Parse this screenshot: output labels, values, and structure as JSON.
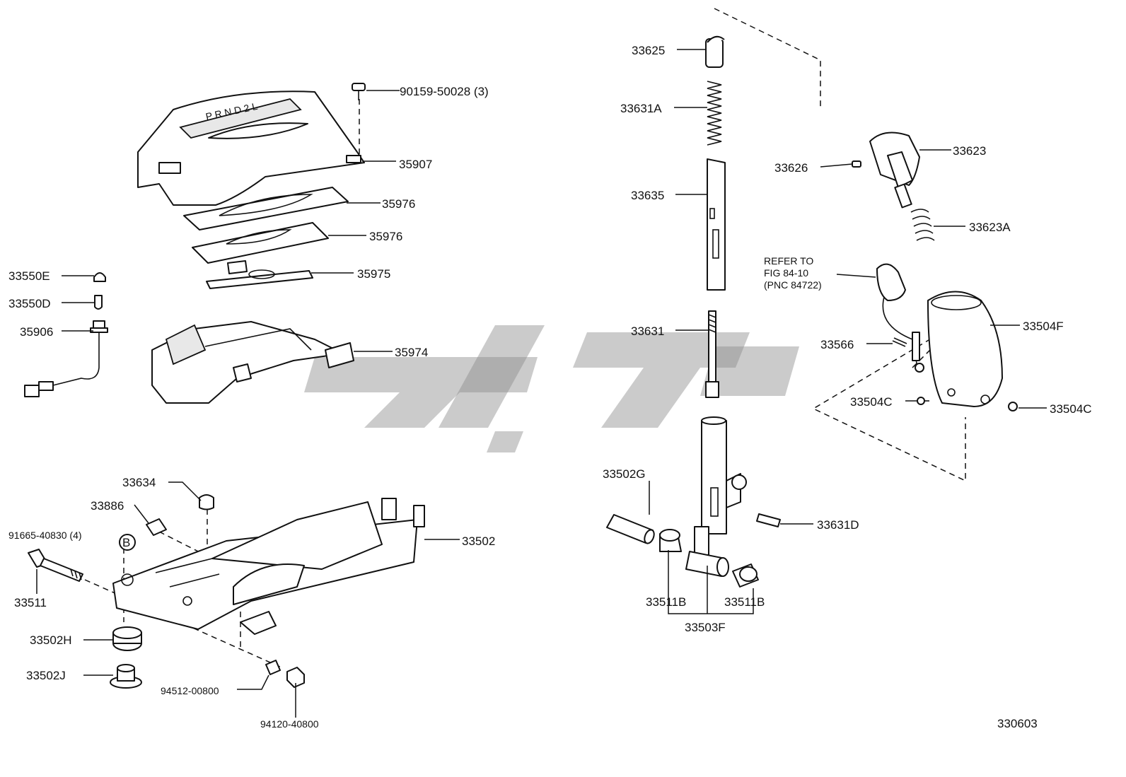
{
  "figure_number": "330603",
  "reference_note": [
    "REFER TO",
    "FIG 84-10",
    "(PNC 84722)"
  ],
  "circle_marker": "B",
  "labels": {
    "p33625": "33625",
    "p33631A": "33631A",
    "p33635": "33635",
    "p33631": "33631",
    "p33626": "33626",
    "p33623": "33623",
    "p33623A": "33623A",
    "p33504F": "33504F",
    "p33566": "33566",
    "p33504C_left": "33504C",
    "p33504C_right": "33504C",
    "p33502G": "33502G",
    "p33631D": "33631D",
    "p33511B_left": "33511B",
    "p33511B_right": "33511B",
    "p33503F": "33503F",
    "p90159": "90159-50028 (3)",
    "p35907": "35907",
    "p35976_a": "35976",
    "p35976_b": "35976",
    "p35975": "35975",
    "p35974": "35974",
    "p33550E": "33550E",
    "p33550D": "33550D",
    "p35906": "35906",
    "p33634": "33634",
    "p33886": "33886",
    "p91665": "91665-40830 (4)",
    "p33502": "33502",
    "p33511": "33511",
    "p33502H": "33502H",
    "p33502J": "33502J",
    "p94512": "94512-00800",
    "p94120": "94120-40800"
  }
}
